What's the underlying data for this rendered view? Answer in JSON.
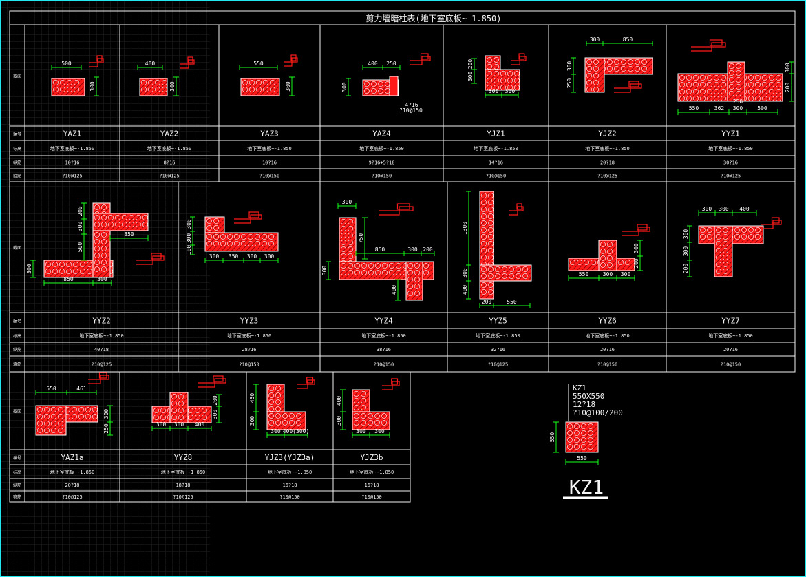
{
  "title": "剪力墙暗柱表(地下室底板~-1.850)",
  "row_labels": {
    "section": "截面",
    "number": "编号",
    "elevation": "标高",
    "longitudinal": "纵筋",
    "stirrup": "箍筋"
  },
  "colors": {
    "background": "#000000",
    "frame": "#23e7ee",
    "concrete": "#ff1a1a",
    "dimension": "#18ff18",
    "lines": "#f2f2f2"
  },
  "rows": [
    {
      "columns": [
        {
          "name": "YAZ1",
          "elevation": "地下室底板~-1.850",
          "longitudinal": "10?16",
          "stirrup": "?10@125",
          "dims": [
            "500",
            "300"
          ]
        },
        {
          "name": "YAZ2",
          "elevation": "地下室底板~-1.850",
          "longitudinal": "8?16",
          "stirrup": "?10@125",
          "dims": [
            "400",
            "300"
          ]
        },
        {
          "name": "YAZ3",
          "elevation": "地下室底板~-1.850",
          "longitudinal": "10?16",
          "stirrup": "?10@150",
          "dims": [
            "550",
            "300"
          ]
        },
        {
          "name": "YAZ4",
          "elevation": "地下室底板~-1.850",
          "longitudinal": "9?16+5?18",
          "stirrup": "?10@150",
          "dims": [
            "400",
            "250",
            "300",
            "4?16",
            "?10@150"
          ]
        },
        {
          "name": "YJZ1",
          "elevation": "地下室底板~-1.850",
          "longitudinal": "14?16",
          "stirrup": "?10@150",
          "dims": [
            "200",
            "300",
            "300",
            "300"
          ]
        },
        {
          "name": "YJZ2",
          "elevation": "地下室底板~-1.850",
          "longitudinal": "20?18",
          "stirrup": "?10@125",
          "dims": [
            "300",
            "850",
            "300",
            "250"
          ]
        },
        {
          "name": "YYZ1",
          "elevation": "地下室底板~-1.850",
          "longitudinal": "30?16",
          "stirrup": "?10@125",
          "dims": [
            "550",
            "362",
            "300",
            "500",
            "250",
            "300",
            "200"
          ]
        }
      ]
    },
    {
      "columns": [
        {
          "name": "YYZ2",
          "elevation": "地下室底板~-1.850",
          "longitudinal": "40?18",
          "stirrup": "?10@125",
          "dims": [
            "200",
            "300",
            "500",
            "850",
            "300",
            "850",
            "300"
          ]
        },
        {
          "name": "YYZ3",
          "elevation": "地下室底板~-1.850",
          "longitudinal": "28?16",
          "stirrup": "?10@150",
          "dims": [
            "300",
            "350",
            "300",
            "300",
            "300",
            "100",
            "300"
          ]
        },
        {
          "name": "YYZ4",
          "elevation": "地下室底板~-1.850",
          "longitudinal": "38?16",
          "stirrup": "?10@150",
          "dims": [
            "300",
            "750",
            "850",
            "300",
            "200",
            "300",
            "400"
          ]
        },
        {
          "name": "YYZ5",
          "elevation": "地下室底板~-1.850",
          "longitudinal": "32?16",
          "stirrup": "?10@125",
          "dims": [
            "1300",
            "300",
            "400",
            "200",
            "550"
          ]
        },
        {
          "name": "YYZ6",
          "elevation": "地下室底板~-1.850",
          "longitudinal": "20?16",
          "stirrup": "?10@150",
          "dims": [
            "550",
            "300",
            "300",
            "300",
            "200"
          ]
        },
        {
          "name": "YYZ7",
          "elevation": "地下室底板~-1.850",
          "longitudinal": "20?16",
          "stirrup": "?10@150",
          "dims": [
            "300",
            "300",
            "400",
            "300",
            "300",
            "200"
          ]
        }
      ]
    },
    {
      "columns": [
        {
          "name": "YAZ1a",
          "elevation": "地下室底板~-1.850",
          "longitudinal": "20?18",
          "stirrup": "?10@125",
          "dims": [
            "550",
            "461",
            "300",
            "250"
          ]
        },
        {
          "name": "YYZ8",
          "elevation": "地下室底板~-1.850",
          "longitudinal": "18?18",
          "stirrup": "?10@125",
          "dims": [
            "300",
            "300",
            "400",
            "200",
            "300"
          ]
        },
        {
          "name": "YJZ3(YJZ3a)",
          "elevation": "地下室底板~-1.850",
          "longitudinal": "16?18",
          "stirrup": "?10@150",
          "dims": [
            "450",
            "300",
            "300",
            "400(300)"
          ]
        },
        {
          "name": "YJZ3b",
          "elevation": "地下室底板~-1.850",
          "longitudinal": "16?18",
          "stirrup": "?10@150",
          "dims": [
            "400",
            "300",
            "300",
            "300"
          ]
        }
      ]
    }
  ],
  "kz1": {
    "info": [
      "KZ1",
      "550X550",
      "12?18",
      "?10@100/200"
    ],
    "dims": [
      "550",
      "550"
    ],
    "label": "KZ1"
  }
}
